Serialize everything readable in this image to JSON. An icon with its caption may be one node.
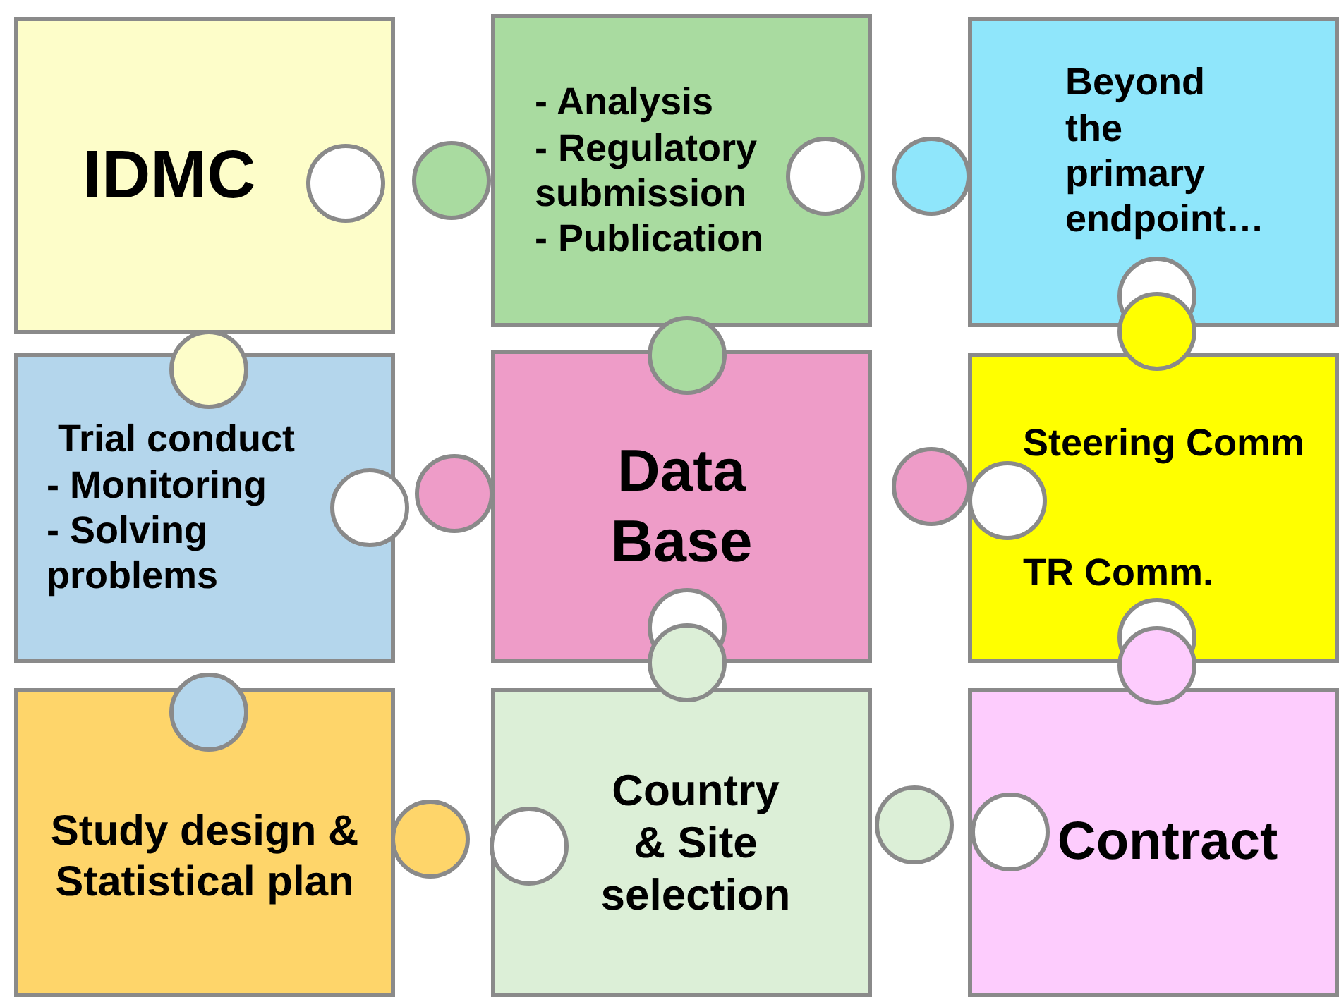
{
  "diagram": {
    "nodes": [
      {
        "text": [
          "IDMC"
        ]
      },
      {
        "text": [
          "- Analysis",
          "- Regulatory submission",
          "- Publication"
        ]
      },
      {
        "text": [
          "Beyond the primary endpoint…"
        ]
      },
      {
        "text": [
          "Trial conduct",
          "- Monitoring",
          "- Solving problems"
        ]
      },
      {
        "text": [
          "Data Base"
        ]
      },
      {
        "text": [
          "Steering Comm",
          "TR Comm."
        ]
      },
      {
        "text": [
          "Study design & Statistical plan"
        ]
      },
      {
        "text": [
          "Country & Site selection"
        ]
      },
      {
        "text": [
          "Contract"
        ]
      }
    ]
  }
}
